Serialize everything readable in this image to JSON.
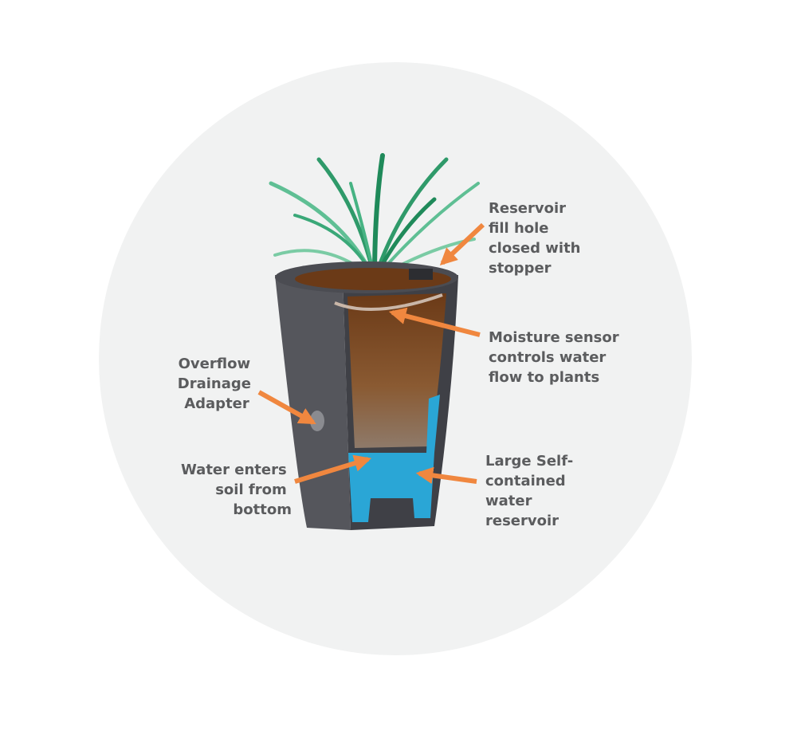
{
  "colors": {
    "background_circle": "#f1f2f2",
    "arrow": "#f0873f",
    "text": "#5b5c5e",
    "pot": "#4b4c52",
    "soil": "#7a4a22",
    "water": "#2aa6d6",
    "leaves": "#2f9a6a"
  },
  "labels": {
    "reservoir_fill": [
      "Reservoir",
      "fill hole",
      "closed with",
      "stopper"
    ],
    "moisture_sensor": [
      "Moisture sensor",
      "controls water",
      "flow to plants"
    ],
    "overflow": [
      "Overflow",
      "Drainage",
      "Adapter"
    ],
    "water_enters": [
      "Water enters",
      "soil from",
      "bottom"
    ],
    "reservoir_large": [
      "Large Self-",
      "contained",
      "water",
      "reservoir"
    ]
  }
}
